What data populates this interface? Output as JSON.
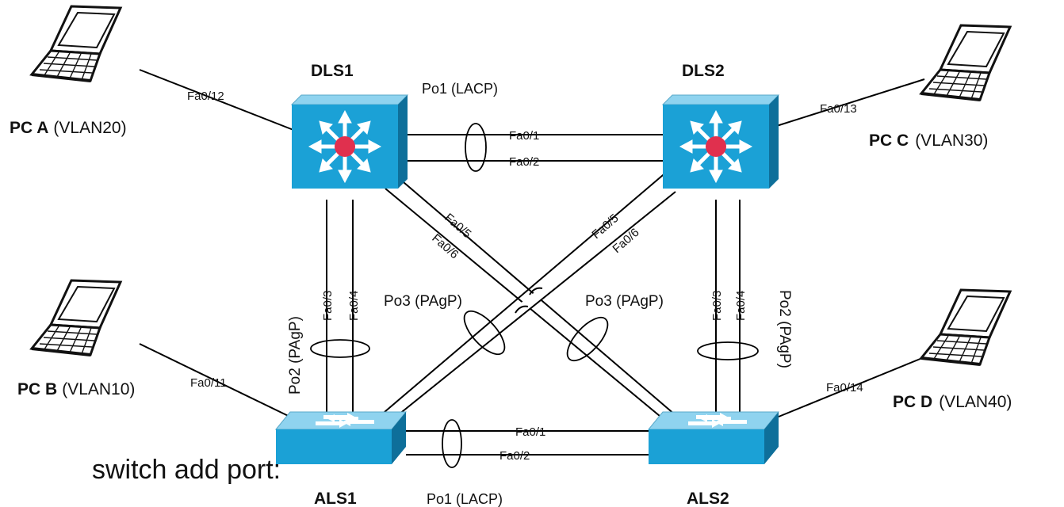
{
  "devices": {
    "dls1": "DLS1",
    "dls2": "DLS2",
    "als1": "ALS1",
    "als2": "ALS2"
  },
  "pcs": {
    "a": {
      "name": "PC A",
      "vlan": "(VLAN20)",
      "port": "Fa0/12"
    },
    "b": {
      "name": "PC B",
      "vlan": "(VLAN10)",
      "port": "Fa0/11"
    },
    "c": {
      "name": "PC C",
      "vlan": "(VLAN30)",
      "port": "Fa0/13"
    },
    "d": {
      "name": "PC D",
      "vlan": "(VLAN40)",
      "port": "Fa0/14"
    }
  },
  "links": {
    "dls_top": {
      "channel": "Po1 (LACP)",
      "port1": "Fa0/1",
      "port2": "Fa0/2"
    },
    "als_bottom": {
      "channel": "Po1 (LACP)",
      "port1": "Fa0/1",
      "port2": "Fa0/2"
    },
    "left_vertical": {
      "channel": "Po2 (PAgP)",
      "port1": "Fa0/3",
      "port2": "Fa0/4"
    },
    "right_vertical": {
      "channel": "Po2 (PAgP)",
      "port1": "Fa0/3",
      "port2": "Fa0/4"
    },
    "dls1_als2": {
      "channel": "Po3 (PAgP)",
      "port1": "Fa0/5",
      "port2": "Fa0/6"
    },
    "dls2_als1": {
      "channel": "Po3 (PAgP)",
      "port1": "Fa0/5",
      "port2": "Fa0/6"
    }
  },
  "background_text": "switch add port:",
  "colors": {
    "switch_face": "#1ba1d6",
    "switch_top": "#8fd3ef",
    "switch_side": "#0e6f9a",
    "router_dot": "#e0304e"
  }
}
